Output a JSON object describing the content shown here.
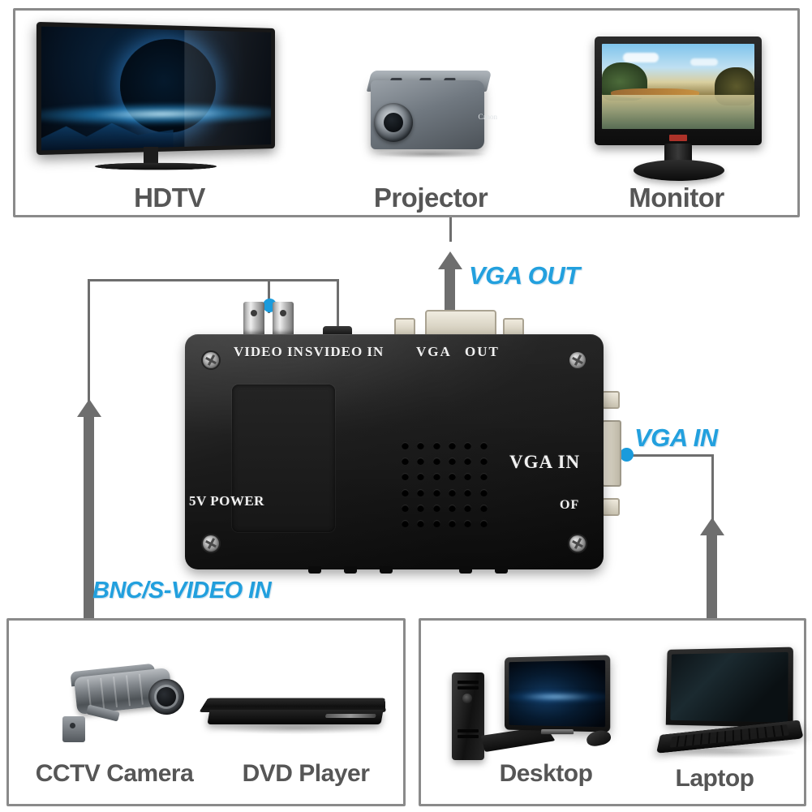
{
  "diagram": {
    "title": "VGA video converter connection diagram",
    "accent_color": "#22a0de",
    "line_color": "#6e6e6e",
    "label_color": "#565656"
  },
  "output_group": {
    "devices": [
      {
        "name": "HDTV",
        "label": "HDTV"
      },
      {
        "name": "Projector",
        "label": "Projector"
      },
      {
        "name": "Monitor",
        "label": "Monitor"
      }
    ]
  },
  "input_group_left": {
    "devices": [
      {
        "name": "CCTV Camera",
        "label": "CCTV Camera"
      },
      {
        "name": "DVD Player",
        "label": "DVD Player"
      }
    ]
  },
  "input_group_right": {
    "devices": [
      {
        "name": "Desktop",
        "label": "Desktop"
      },
      {
        "name": "Laptop",
        "label": "Laptop"
      }
    ]
  },
  "callouts": {
    "vga_out": "VGA OUT",
    "vga_in": "VGA IN",
    "bnc_svideo_in": "BNC/S-VIDEO IN"
  },
  "device": {
    "port_labels": {
      "video_in": "VIDEO IN",
      "svideo_in": "SVIDEO IN",
      "vga": "VGA",
      "out": "OUT",
      "vga_in": "VGA IN",
      "power": "5V POWER",
      "of": "OF"
    }
  }
}
